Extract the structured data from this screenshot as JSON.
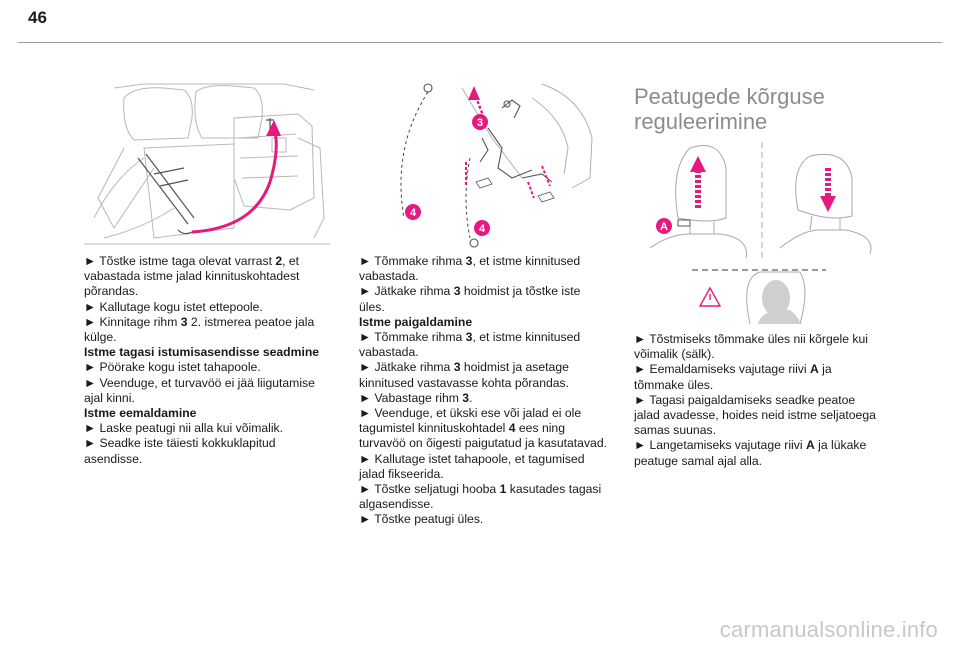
{
  "page": {
    "number": "46"
  },
  "colors": {
    "accent": "#e6197e",
    "title_gray": "#8c8c8c",
    "line_gray": "#a0a0a0"
  },
  "col1": {
    "paras": [
      {
        "type": "step",
        "parts": [
          {
            "t": "► Tõstke istme taga olevat varrast "
          },
          {
            "t": "2",
            "b": true
          },
          {
            "t": ", et vabastada istme jalad kinnituskohtadest põrandas."
          }
        ]
      },
      {
        "type": "step",
        "parts": [
          {
            "t": "► Kallutage kogu istet ettepoole."
          }
        ]
      },
      {
        "type": "step",
        "parts": [
          {
            "t": "► Kinnitage rihm "
          },
          {
            "t": "3",
            "b": true
          },
          {
            "t": " 2. istmerea peatoe jala külge."
          }
        ]
      },
      {
        "type": "heading",
        "parts": [
          {
            "t": "Istme tagasi istumisasendisse seadmine"
          }
        ]
      },
      {
        "type": "step",
        "parts": [
          {
            "t": "► Pöörake kogu istet tahapoole."
          }
        ]
      },
      {
        "type": "step",
        "parts": [
          {
            "t": "► Veenduge, et turvavöö ei jää liigutamise ajal kinni."
          }
        ]
      },
      {
        "type": "heading",
        "parts": [
          {
            "t": "Istme eemaldamine"
          }
        ]
      },
      {
        "type": "step",
        "parts": [
          {
            "t": "► Laske peatugi nii alla kui võimalik."
          }
        ]
      },
      {
        "type": "step",
        "parts": [
          {
            "t": "► Seadke iste täiesti kokkuklapitud asendisse."
          }
        ]
      }
    ]
  },
  "col2": {
    "paras": [
      {
        "type": "step",
        "parts": [
          {
            "t": "► Tõmmake rihma "
          },
          {
            "t": "3",
            "b": true
          },
          {
            "t": ", et istme kinnitused vabastada."
          }
        ]
      },
      {
        "type": "step",
        "parts": [
          {
            "t": "► Jätkake rihma "
          },
          {
            "t": "3",
            "b": true
          },
          {
            "t": " hoidmist ja tõstke iste üles."
          }
        ]
      },
      {
        "type": "heading",
        "parts": [
          {
            "t": "Istme paigaldamine"
          }
        ]
      },
      {
        "type": "step",
        "parts": [
          {
            "t": "► Tõmmake rihma "
          },
          {
            "t": "3",
            "b": true
          },
          {
            "t": ", et istme kinnitused vabastada."
          }
        ]
      },
      {
        "type": "step",
        "parts": [
          {
            "t": "► Jätkake rihma "
          },
          {
            "t": "3",
            "b": true
          },
          {
            "t": " hoidmist ja asetage kinnitused vastavasse kohta põrandas."
          }
        ]
      },
      {
        "type": "step",
        "parts": [
          {
            "t": "► Vabastage rihm "
          },
          {
            "t": "3",
            "b": true
          },
          {
            "t": "."
          }
        ]
      },
      {
        "type": "step",
        "parts": [
          {
            "t": "► Veenduge, et ükski ese või jalad ei ole tagumistel kinnituskohtadel "
          },
          {
            "t": "4",
            "b": true
          },
          {
            "t": " ees ning turvavöö on õigesti paigutatud ja kasutatavad."
          }
        ]
      },
      {
        "type": "step",
        "parts": [
          {
            "t": "► Kallutage istet tahapoole, et tagumised jalad fikseerida."
          }
        ]
      },
      {
        "type": "step",
        "parts": [
          {
            "t": "► Tõstke seljatugi hooba "
          },
          {
            "t": "1",
            "b": true
          },
          {
            "t": " kasutades tagasi algasendisse."
          }
        ]
      },
      {
        "type": "step",
        "parts": [
          {
            "t": "► Tõstke peatugi üles."
          }
        ]
      }
    ]
  },
  "col3": {
    "title": "Peatugede kõrguse reguleerimine",
    "paras": [
      {
        "type": "step",
        "parts": [
          {
            "t": "► Tõstmiseks tõmmake üles nii kõrgele kui võimalik (sälk)."
          }
        ]
      },
      {
        "type": "step",
        "parts": [
          {
            "t": "► Eemaldamiseks vajutage riivi "
          },
          {
            "t": "A",
            "b": true
          },
          {
            "t": " ja tõmmake üles."
          }
        ]
      },
      {
        "type": "step",
        "parts": [
          {
            "t": "► Tagasi paigaldamiseks seadke peatoe jalad avadesse, hoides neid istme seljatoega samas suunas."
          }
        ]
      },
      {
        "type": "step",
        "parts": [
          {
            "t": "► Langetamiseks vajutage riivi "
          },
          {
            "t": "A",
            "b": true
          },
          {
            "t": " ja lükake peatuge samal ajal alla."
          }
        ]
      }
    ]
  },
  "figures": {
    "fig2": {
      "labels": [
        "3",
        "4",
        "4"
      ]
    },
    "fig3": {
      "label": "A"
    }
  },
  "footer": "carmanualsonline.info"
}
